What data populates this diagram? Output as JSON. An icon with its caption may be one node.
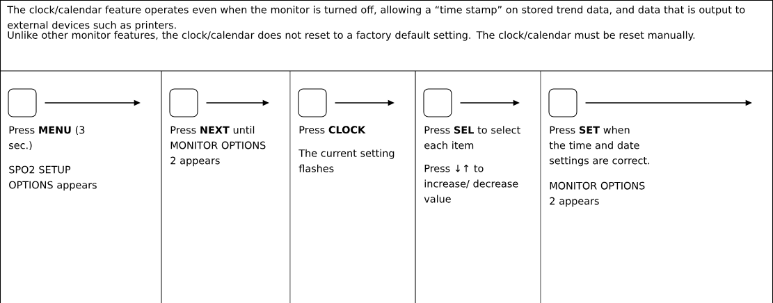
{
  "diagram": {
    "nodes": [
      {
        "text": [],
        "shape": "box"
      },
      {
        "text": [],
        "shape": "box"
      },
      {
        "text": [],
        "shape": "box"
      },
      {
        "text": [],
        "shape": "box"
      },
      {
        "text": [],
        "shape": "box"
      }
    ],
    "edges": [
      {
        "from": 0,
        "to": null,
        "arrow": "to"
      },
      {
        "from": 1,
        "to": null,
        "arrow": "to"
      },
      {
        "from": 2,
        "to": null,
        "arrow": "to"
      },
      {
        "from": 3,
        "to": null,
        "arrow": "to"
      },
      {
        "from": 4,
        "to": null,
        "arrow": "to"
      }
    ],
    "labels": [
      "The clock/calendar feature operates even when the monitor is turned off, allowing a “time stamp” on stored trend data, and data that is output to external devices such as printers.",
      "Unlike other monitor features, the clock/calendar does not reset to a factory default setting. The clock/calendar must be reset manually.",
      "Press **MENU** (3 sec.)",
      "SPO2 SETUP OPTIONS appears",
      "Press **NEXT** until MONITOR OPTIONS 2 appears",
      "Press **CLOCK**",
      "The current setting flashes",
      "Press **SEL** to select each item",
      "Press ↓↑ to increase/ decrease value",
      "Press **SET** when the time and date settings are correct.",
      "MONITOR OPTIONS 2 appears"
    ]
  }
}
